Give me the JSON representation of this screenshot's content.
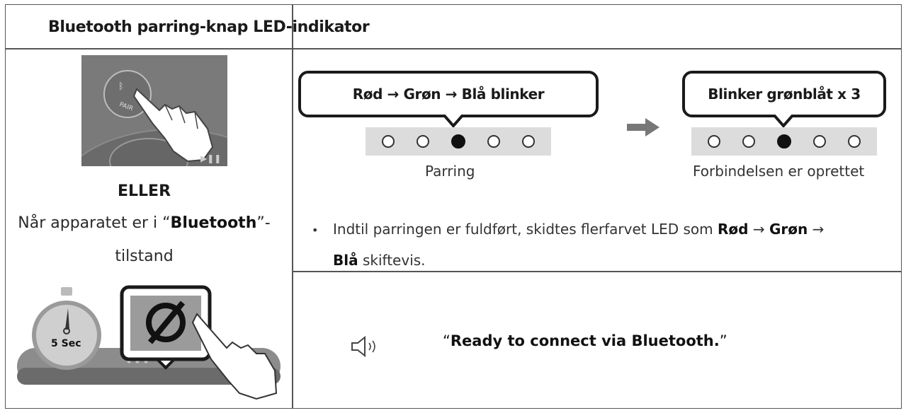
{
  "header": {
    "title": "Bluetooth parring-knap LED-indikator"
  },
  "left": {
    "remote_label": "PAIR",
    "or_label": "ELLER",
    "mode_prefix": "Når apparatet er i “",
    "mode_bold": "Bluetooth",
    "mode_suffix": "”-",
    "mode_line2": "tilstand",
    "timer_label": "5 Sec",
    "pair_icon": "bluetooth-pair-symbol-icon"
  },
  "states": [
    {
      "bubble": "Rød → Grøn → Blå blinker",
      "caption": "Parring",
      "leds": [
        false,
        false,
        true,
        false,
        false
      ]
    },
    {
      "bubble": "Blinker grønblåt x 3",
      "caption": "Forbindelsen er oprettet",
      "leds": [
        false,
        false,
        true,
        false,
        false
      ]
    }
  ],
  "arrow_icon": "right-arrow-icon",
  "note": {
    "bullet": "•",
    "text1": "Indtil parringen er fuldført, skidtes flerfarvet LED som ",
    "red": "Rød",
    "arrow1": " → ",
    "green": "Grøn",
    "arrow2": " →",
    "blue": "Blå",
    "text2": " skiftevis."
  },
  "voice": {
    "icon": "speaker-sound-icon",
    "open_quote": "“",
    "message": "Ready to connect via Bluetooth.",
    "close_quote": "”"
  }
}
